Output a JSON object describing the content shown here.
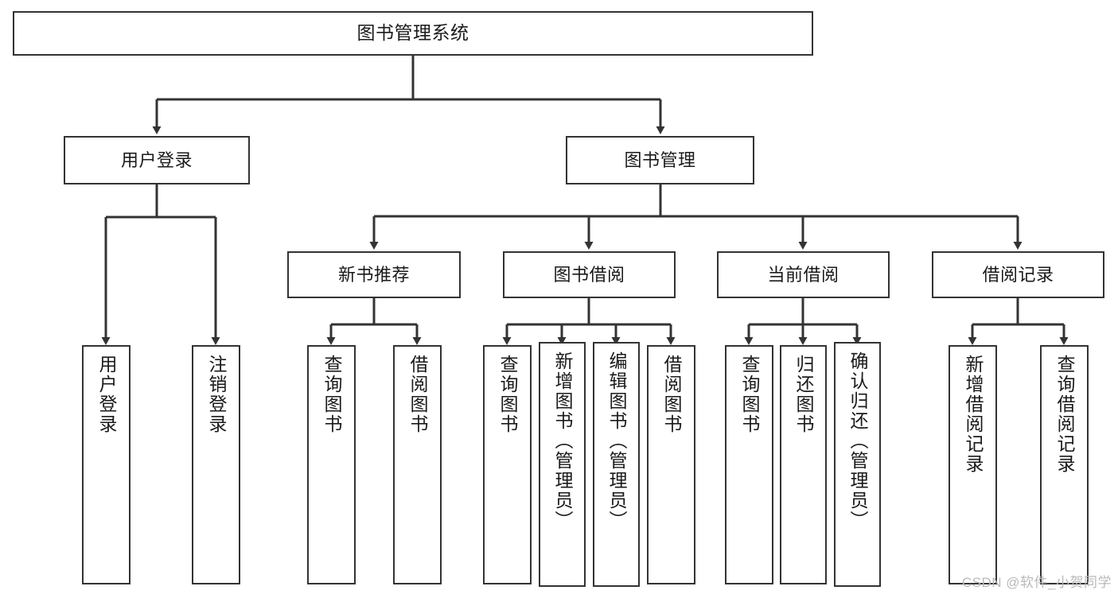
{
  "diagram": {
    "title": "图书管理系统",
    "type": "tree-hierarchy",
    "background_color": "#ffffff",
    "line_color": "#333333",
    "text_color": "#1a1a1a"
  },
  "nodes": {
    "root": {
      "label": "图书管理系统"
    },
    "level1": [
      {
        "id": "user-login",
        "label": "用户登录"
      },
      {
        "id": "book-manage",
        "label": "图书管理"
      }
    ],
    "level2": [
      {
        "id": "new-book-recommend",
        "label": "新书推荐"
      },
      {
        "id": "book-borrow",
        "label": "图书借阅"
      },
      {
        "id": "current-borrow",
        "label": "当前借阅"
      },
      {
        "id": "borrow-record",
        "label": "借阅记录"
      }
    ],
    "leaves": {
      "user_login": [
        {
          "id": "leaf-user-login",
          "label": "用户登录"
        },
        {
          "id": "leaf-user-logout",
          "label": "注销登录"
        }
      ],
      "new_book_recommend": [
        {
          "id": "leaf-query-book-1",
          "label": "查询图书"
        },
        {
          "id": "leaf-borrow-book-1",
          "label": "借阅图书"
        }
      ],
      "book_borrow": [
        {
          "id": "leaf-query-book-2",
          "label": "查询图书"
        },
        {
          "id": "leaf-add-book",
          "label": "新增图书（管理员）"
        },
        {
          "id": "leaf-edit-book",
          "label": "编辑图书（管理员）"
        },
        {
          "id": "leaf-borrow-book-2",
          "label": "借阅图书"
        }
      ],
      "current_borrow": [
        {
          "id": "leaf-query-book-3",
          "label": "查询图书"
        },
        {
          "id": "leaf-return-book",
          "label": "归还图书"
        },
        {
          "id": "leaf-confirm-return",
          "label": "确认归还（管理员）"
        }
      ],
      "borrow_record": [
        {
          "id": "leaf-add-record",
          "label": "新增借阅记录"
        },
        {
          "id": "leaf-query-record",
          "label": "查询借阅记录"
        }
      ]
    }
  },
  "watermark": {
    "text": "CSDN @软件_小贺同学"
  }
}
